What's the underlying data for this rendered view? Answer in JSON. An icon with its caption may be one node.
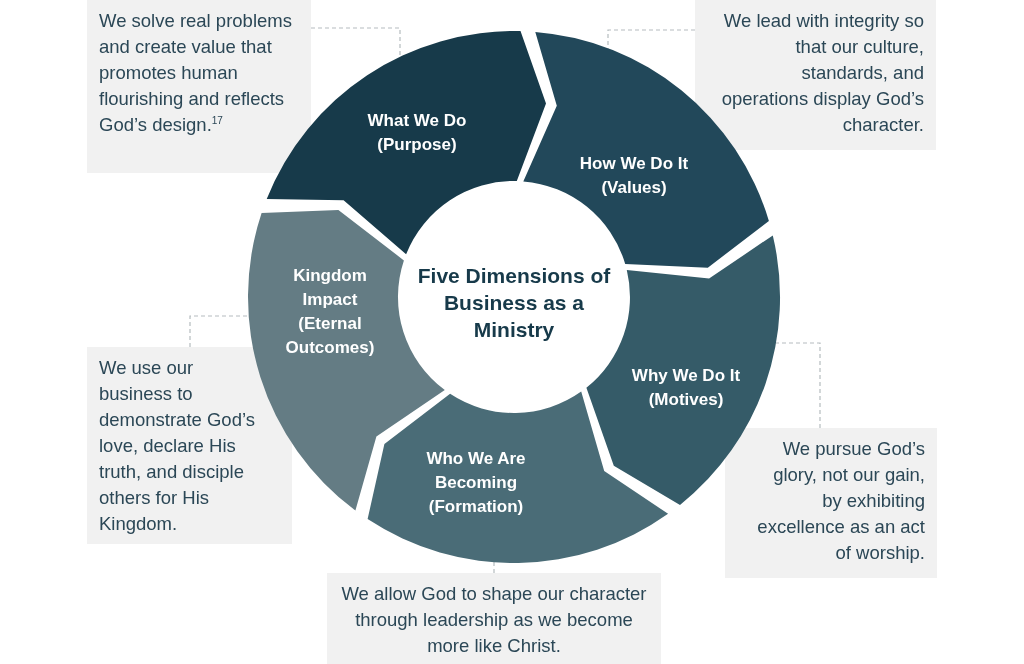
{
  "diagram": {
    "nodes": [
      {
        "text": [
          "We solve real problems and create value that promotes human flourishing and reflects God’s design.$^{17}$"
        ]
      },
      {
        "text": [
          "What We Do (Purpose)"
        ]
      },
      {
        "text": [
          "We lead with integrity so that our culture, standards, and operations display God’s character."
        ]
      },
      {
        "text": [
          "How We Do It (Values)"
        ]
      },
      {
        "text": [
          "Kingdom Impact (Eternal Outcomes)"
        ]
      },
      {
        "text": [
          "Five Dimensions of Business as a Ministry"
        ]
      },
      {
        "text": [
          "Why We Do It (Motives)"
        ]
      },
      {
        "text": [
          "We use our business to demonstrate God’s love, declare His truth, and disciple others for His Kingdom."
        ]
      },
      {
        "text": [
          "Who We Are Becoming (Formation)"
        ]
      },
      {
        "text": [
          "We pursue God’s glory, not our gain, by exhibiting excellence as an act of worship."
        ]
      },
      {
        "text": [
          "We allow God to shape our character through leadership as we become more like Christ."
        ]
      }
    ],
    "edges": [
      {
        "from": 0,
        "to": 1,
        "arrow": "none",
        "style": "dashed"
      },
      {
        "from": 2,
        "to": 3,
        "arrow": "none",
        "style": "dashed"
      },
      {
        "from": 7,
        "to": 4,
        "arrow": "none",
        "style": "dashed"
      },
      {
        "from": 9,
        "to": 6,
        "arrow": "none",
        "style": "dashed"
      },
      {
        "from": 10,
        "to": 8,
        "arrow": "none",
        "style": "dashed"
      }
    ]
  }
}
